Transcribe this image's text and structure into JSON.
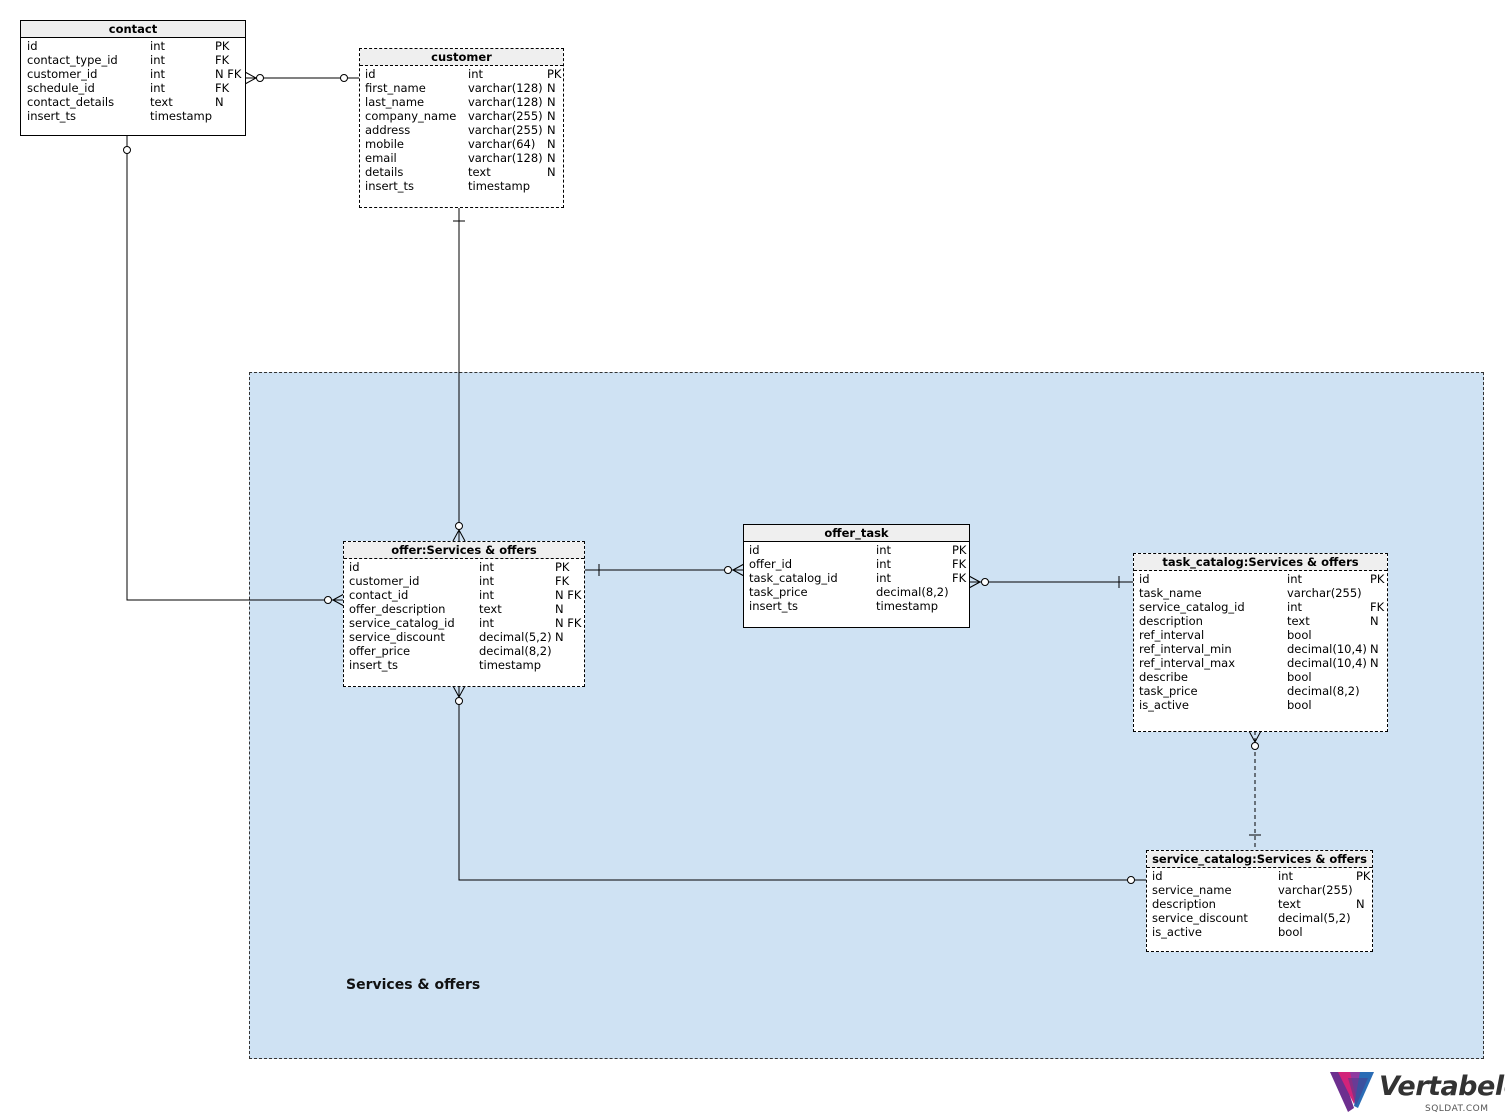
{
  "area": {
    "label": "Services & offers"
  },
  "tables": {
    "contact": {
      "name": "contact",
      "columns": [
        {
          "name": "id",
          "type": "int",
          "flags": "PK"
        },
        {
          "name": "contact_type_id",
          "type": "int",
          "flags": "FK"
        },
        {
          "name": "customer_id",
          "type": "int",
          "flags": "N FK"
        },
        {
          "name": "schedule_id",
          "type": "int",
          "flags": "FK"
        },
        {
          "name": "contact_details",
          "type": "text",
          "flags": "N"
        },
        {
          "name": "insert_ts",
          "type": "timestamp",
          "flags": ""
        }
      ]
    },
    "customer": {
      "name": "customer",
      "columns": [
        {
          "name": "id",
          "type": "int",
          "flags": "PK"
        },
        {
          "name": "first_name",
          "type": "varchar(128)",
          "flags": "N"
        },
        {
          "name": "last_name",
          "type": "varchar(128)",
          "flags": "N"
        },
        {
          "name": "company_name",
          "type": "varchar(255)",
          "flags": "N"
        },
        {
          "name": "address",
          "type": "varchar(255)",
          "flags": "N"
        },
        {
          "name": "mobile",
          "type": "varchar(64)",
          "flags": "N"
        },
        {
          "name": "email",
          "type": "varchar(128)",
          "flags": "N"
        },
        {
          "name": "details",
          "type": "text",
          "flags": "N"
        },
        {
          "name": "insert_ts",
          "type": "timestamp",
          "flags": ""
        }
      ]
    },
    "offer": {
      "name": "offer:Services & offers",
      "columns": [
        {
          "name": "id",
          "type": "int",
          "flags": "PK"
        },
        {
          "name": "customer_id",
          "type": "int",
          "flags": "FK"
        },
        {
          "name": "contact_id",
          "type": "int",
          "flags": "N FK"
        },
        {
          "name": "offer_description",
          "type": "text",
          "flags": "N"
        },
        {
          "name": "service_catalog_id",
          "type": "int",
          "flags": "N FK"
        },
        {
          "name": "service_discount",
          "type": "decimal(5,2)",
          "flags": "N"
        },
        {
          "name": "offer_price",
          "type": "decimal(8,2)",
          "flags": ""
        },
        {
          "name": "insert_ts",
          "type": "timestamp",
          "flags": ""
        }
      ]
    },
    "offer_task": {
      "name": "offer_task",
      "columns": [
        {
          "name": "id",
          "type": "int",
          "flags": "PK"
        },
        {
          "name": "offer_id",
          "type": "int",
          "flags": "FK"
        },
        {
          "name": "task_catalog_id",
          "type": "int",
          "flags": "FK"
        },
        {
          "name": "task_price",
          "type": "decimal(8,2)",
          "flags": ""
        },
        {
          "name": "insert_ts",
          "type": "timestamp",
          "flags": ""
        }
      ]
    },
    "task_catalog": {
      "name": "task_catalog:Services & offers",
      "columns": [
        {
          "name": "id",
          "type": "int",
          "flags": "PK"
        },
        {
          "name": "task_name",
          "type": "varchar(255)",
          "flags": ""
        },
        {
          "name": "service_catalog_id",
          "type": "int",
          "flags": "FK"
        },
        {
          "name": "description",
          "type": "text",
          "flags": "N"
        },
        {
          "name": "ref_interval",
          "type": "bool",
          "flags": ""
        },
        {
          "name": "ref_interval_min",
          "type": "decimal(10,4)",
          "flags": "N"
        },
        {
          "name": "ref_interval_max",
          "type": "decimal(10,4)",
          "flags": "N"
        },
        {
          "name": "describe",
          "type": "bool",
          "flags": ""
        },
        {
          "name": "task_price",
          "type": "decimal(8,2)",
          "flags": ""
        },
        {
          "name": "is_active",
          "type": "bool",
          "flags": ""
        }
      ]
    },
    "service_catalog": {
      "name": "service_catalog:Services & offers",
      "columns": [
        {
          "name": "id",
          "type": "int",
          "flags": "PK"
        },
        {
          "name": "service_name",
          "type": "varchar(255)",
          "flags": ""
        },
        {
          "name": "description",
          "type": "text",
          "flags": "N"
        },
        {
          "name": "service_discount",
          "type": "decimal(5,2)",
          "flags": ""
        },
        {
          "name": "is_active",
          "type": "bool",
          "flags": ""
        }
      ]
    }
  },
  "branding": {
    "logo": "Vertabelo",
    "watermark": "SQLDAT.COM"
  },
  "colors": {
    "area_fill": "#cfe2f3",
    "header_fill": "#efefef",
    "logo_purple": "#6d2f8f",
    "logo_magenta": "#d2237a",
    "logo_blue": "#2a6cb5"
  }
}
